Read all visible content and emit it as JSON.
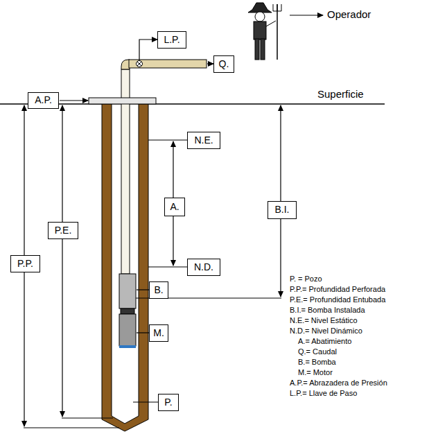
{
  "diagram": {
    "nodes": [
      {
        "text": [
          "L.P."
        ]
      },
      {
        "text": [
          "Q."
        ]
      },
      {
        "text": [
          "A.P."
        ]
      },
      {
        "text": [
          "N.E."
        ]
      },
      {
        "text": [
          "A."
        ]
      },
      {
        "text": [
          "B.I."
        ]
      },
      {
        "text": [
          "P.E."
        ]
      },
      {
        "text": [
          "P.P."
        ]
      },
      {
        "text": [
          "N.D."
        ]
      },
      {
        "text": [
          "B."
        ]
      },
      {
        "text": [
          "M."
        ]
      },
      {
        "text": [
          "P."
        ]
      }
    ],
    "labels": [
      "Operador",
      "Superficie",
      "P. = Pozo",
      "P.P.= Profundidad Perforada",
      "P.E.= Profundidad Entubada",
      "B.I.= Bomba Instalada",
      "N.E.= Nivel Estático",
      "N.D.= Nivel Dinámico",
      "A.= Abatimiento",
      "Q.= Caudal",
      "B.= Bomba",
      "M.= Motor",
      "A.P.= Abrazadera de Presión",
      "L.P.= Llave de Paso"
    ]
  }
}
